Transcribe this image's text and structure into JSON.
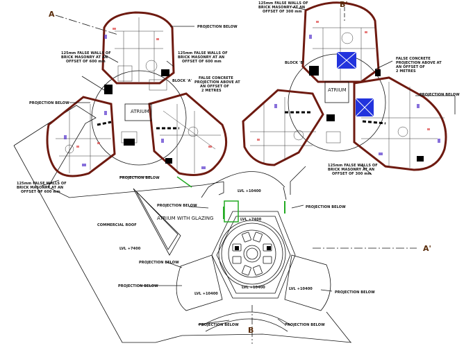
{
  "sections": {
    "a_top": "A",
    "b_top": "B'",
    "a_right": "A'",
    "b_bottom": "B"
  },
  "left_tower": {
    "atrium": "ATRIUM",
    "projection_top": "PROJECTION BELOW",
    "projection_left": "PROJECTION BELOW",
    "projection_bottom": "PROJECTION BELOW",
    "false_walls_1": [
      "125mm FALSE WALLS OF",
      "BRICK MASONRY AT AN",
      "OFFSET OF 600 mm"
    ],
    "false_walls_2": [
      "125mm FALSE WALLS OF",
      "BRICK MASONRY AT AN",
      "OFFSET OF 600 mm"
    ],
    "false_concrete": [
      "FALSE CONCRETE",
      "PROJECTION ABOVE AT",
      "AN OFFSET OF",
      "2 METRES"
    ],
    "false_walls_left": [
      "125mm FALSE WALLS OF",
      "BRICK MASONRY AT AN",
      "OFFSET OF 600 mm"
    ],
    "block_label": "BLOCK 'A'"
  },
  "right_tower": {
    "atrium": "ATRIUM",
    "false_walls_top": [
      "125mm FALSE WALLS OF",
      "BRICK MASONRY AT AN",
      "OFFSET OF 300 mm"
    ],
    "false_concrete": [
      "FALSE CONCRETE",
      "PROJECTION ABOVE AT",
      "AN OFFSET OF",
      "2 METRES"
    ],
    "projection_right": "PROJECTION BELOW",
    "false_walls_bottom": [
      "125mm FALSE WALLS OF",
      "BRICK MASONRY AT AN",
      "OFFSET OF 300 mm"
    ],
    "block_label": "BLOCK 'B'"
  },
  "podium": {
    "projection_1": "PROJECTION BELOW",
    "projection_2": "PROJECTION BELOW",
    "atrium_glazing": "ATRIUM WITH GLAZING",
    "commercial_roof": "COMMERCIAL ROOF",
    "lvl_left": "LVL +7400",
    "lvl_top": "LVL +10400",
    "lvl_center": "LVL +7400",
    "lvl_core": "LVL +10400",
    "lvl_bottom_left": "LVL +10400",
    "lvl_bottom_right": "LVL +10400",
    "proj_left_a": "PROJECTION BELOW",
    "proj_left_b": "PROJECTION BELOW",
    "proj_right": "PROJECTION BELOW",
    "proj_bottom_left": "PROJECTION BELOW",
    "proj_bottom_right": "PROJECTION BELOW"
  },
  "colors": {
    "walls": "#6e1a10",
    "furniture_blue": "#2233dd",
    "section_mark": "#5a2d0c",
    "green_line": "#22aa22"
  }
}
